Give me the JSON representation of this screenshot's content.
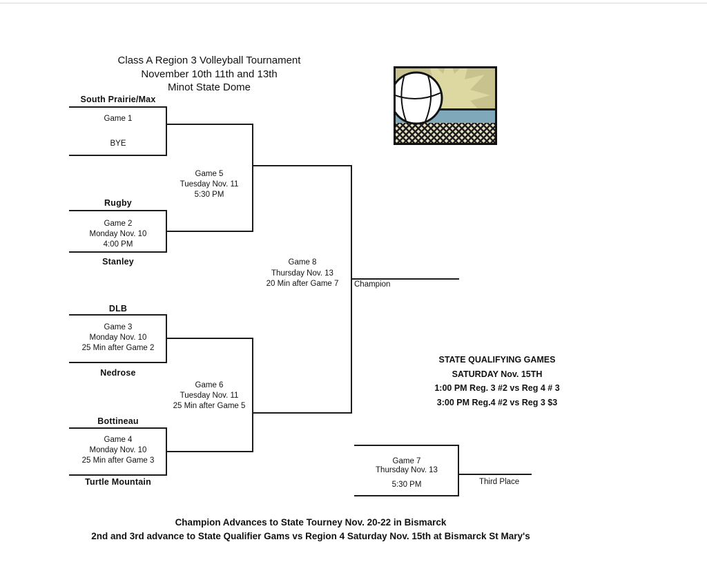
{
  "title": {
    "line1": "Class A Region 3 Volleyball Tournament",
    "line2": "November 10th 11th and 13th",
    "line3": "Minot State Dome"
  },
  "teams": {
    "south_prairie": "South Prairie/Max",
    "bye": "BYE",
    "rugby": "Rugby",
    "stanley": "Stanley",
    "dlb": "DLB",
    "nedrose": "Nedrose",
    "bottineau": "Bottineau",
    "turtle_mountain": "Turtle Mountain"
  },
  "games": {
    "g1": {
      "l1": "Game 1"
    },
    "g2": {
      "l1": "Game 2",
      "l2": "Monday Nov. 10",
      "l3": "4:00 PM"
    },
    "g3": {
      "l1": "Game 3",
      "l2": "Monday Nov. 10",
      "l3": "25 Min after Game 2"
    },
    "g4": {
      "l1": "Game 4",
      "l2": "Monday Nov. 10",
      "l3": "25 Min after Game 3"
    },
    "g5": {
      "l1": "Game 5",
      "l2": "Tuesday Nov. 11",
      "l3": "5:30 PM"
    },
    "g6": {
      "l1": "Game 6",
      "l2": "Tuesday Nov. 11",
      "l3": "25 Min after Game 5"
    },
    "g7": {
      "l1": "Game 7",
      "l2": "Thursday Nov. 13",
      "l3": "5:30 PM"
    },
    "g8": {
      "l1": "Game 8",
      "l2": "Thursday Nov. 13",
      "l3": "20 Min after Game 7"
    }
  },
  "labels": {
    "champion": "Champion",
    "third_place": "Third Place"
  },
  "qualifying": {
    "heading": "STATE QUALIFYING GAMES",
    "date": "SATURDAY Nov. 15TH",
    "game1": "1:00 PM Reg. 3 #2 vs Reg 4 # 3",
    "game2": "3:00 PM Reg.4 #2 vs Reg 3 $3"
  },
  "footer": {
    "line1": "Champion Advances to State Tourney Nov. 20-22 in Bismarck",
    "line2": "2nd and 3rd advance to State Qualifier Gams vs Region 4 Saturday Nov. 15th  at Bismarck St Mary's"
  }
}
